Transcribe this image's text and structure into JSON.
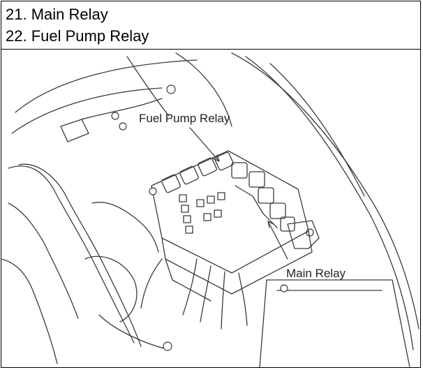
{
  "captions": {
    "item_21": "21. Main Relay",
    "item_22": "22. Fuel Pump Relay"
  },
  "diagram": {
    "label_fuel_pump_relay": "Fuel Pump Relay",
    "label_main_relay": "Main Relay",
    "line_color": "#3a3a3a",
    "fill_color": "#ffffff"
  }
}
